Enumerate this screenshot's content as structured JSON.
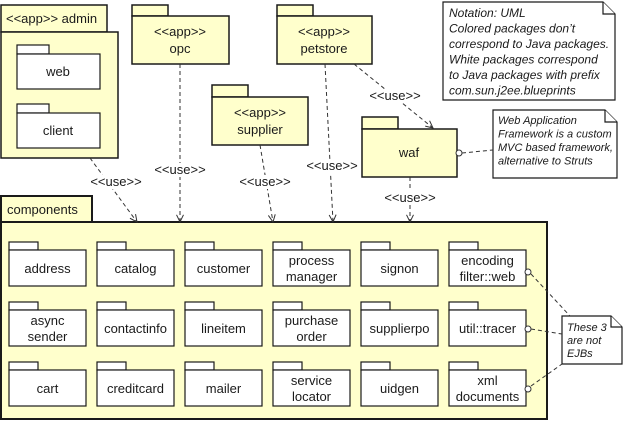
{
  "diagram": {
    "notation_note": {
      "lines": [
        "Notation: UML",
        "Colored packages don’t",
        "correspond to Java packages.",
        "White packages correspond",
        "to Java packages with prefix",
        "com.sun.j2ee.blueprints"
      ]
    },
    "waf_note": {
      "lines": [
        "Web Application",
        "Framework is a custom",
        "MVC based framework,",
        "alternative to Struts"
      ]
    },
    "ejb_note": {
      "lines": [
        "These 3",
        "are not",
        "EJBs"
      ]
    },
    "apps": {
      "admin": {
        "label": "<<app>> admin",
        "children": [
          "web",
          "client"
        ]
      },
      "opc": {
        "stereotype": "<<app>>",
        "name": "opc"
      },
      "petstore": {
        "stereotype": "<<app>>",
        "name": "petstore"
      },
      "supplier": {
        "stereotype": "<<app>>",
        "name": "supplier"
      },
      "waf": {
        "name": "waf"
      }
    },
    "use_label": "<<use>>",
    "components": {
      "title": "components",
      "rows": [
        [
          [
            "address"
          ],
          [
            "catalog"
          ],
          [
            "customer"
          ],
          [
            "process",
            "manager"
          ],
          [
            "signon"
          ],
          [
            "encoding",
            "filter::web"
          ]
        ],
        [
          [
            "async",
            "sender"
          ],
          [
            "contactinfo"
          ],
          [
            "lineitem"
          ],
          [
            "purchase",
            "order"
          ],
          [
            "supplierpo"
          ],
          [
            "util::tracer"
          ]
        ],
        [
          [
            "cart"
          ],
          [
            "creditcard"
          ],
          [
            "mailer"
          ],
          [
            "service",
            "locator"
          ],
          [
            "uidgen"
          ],
          [
            "xml",
            "documents"
          ]
        ]
      ]
    }
  }
}
